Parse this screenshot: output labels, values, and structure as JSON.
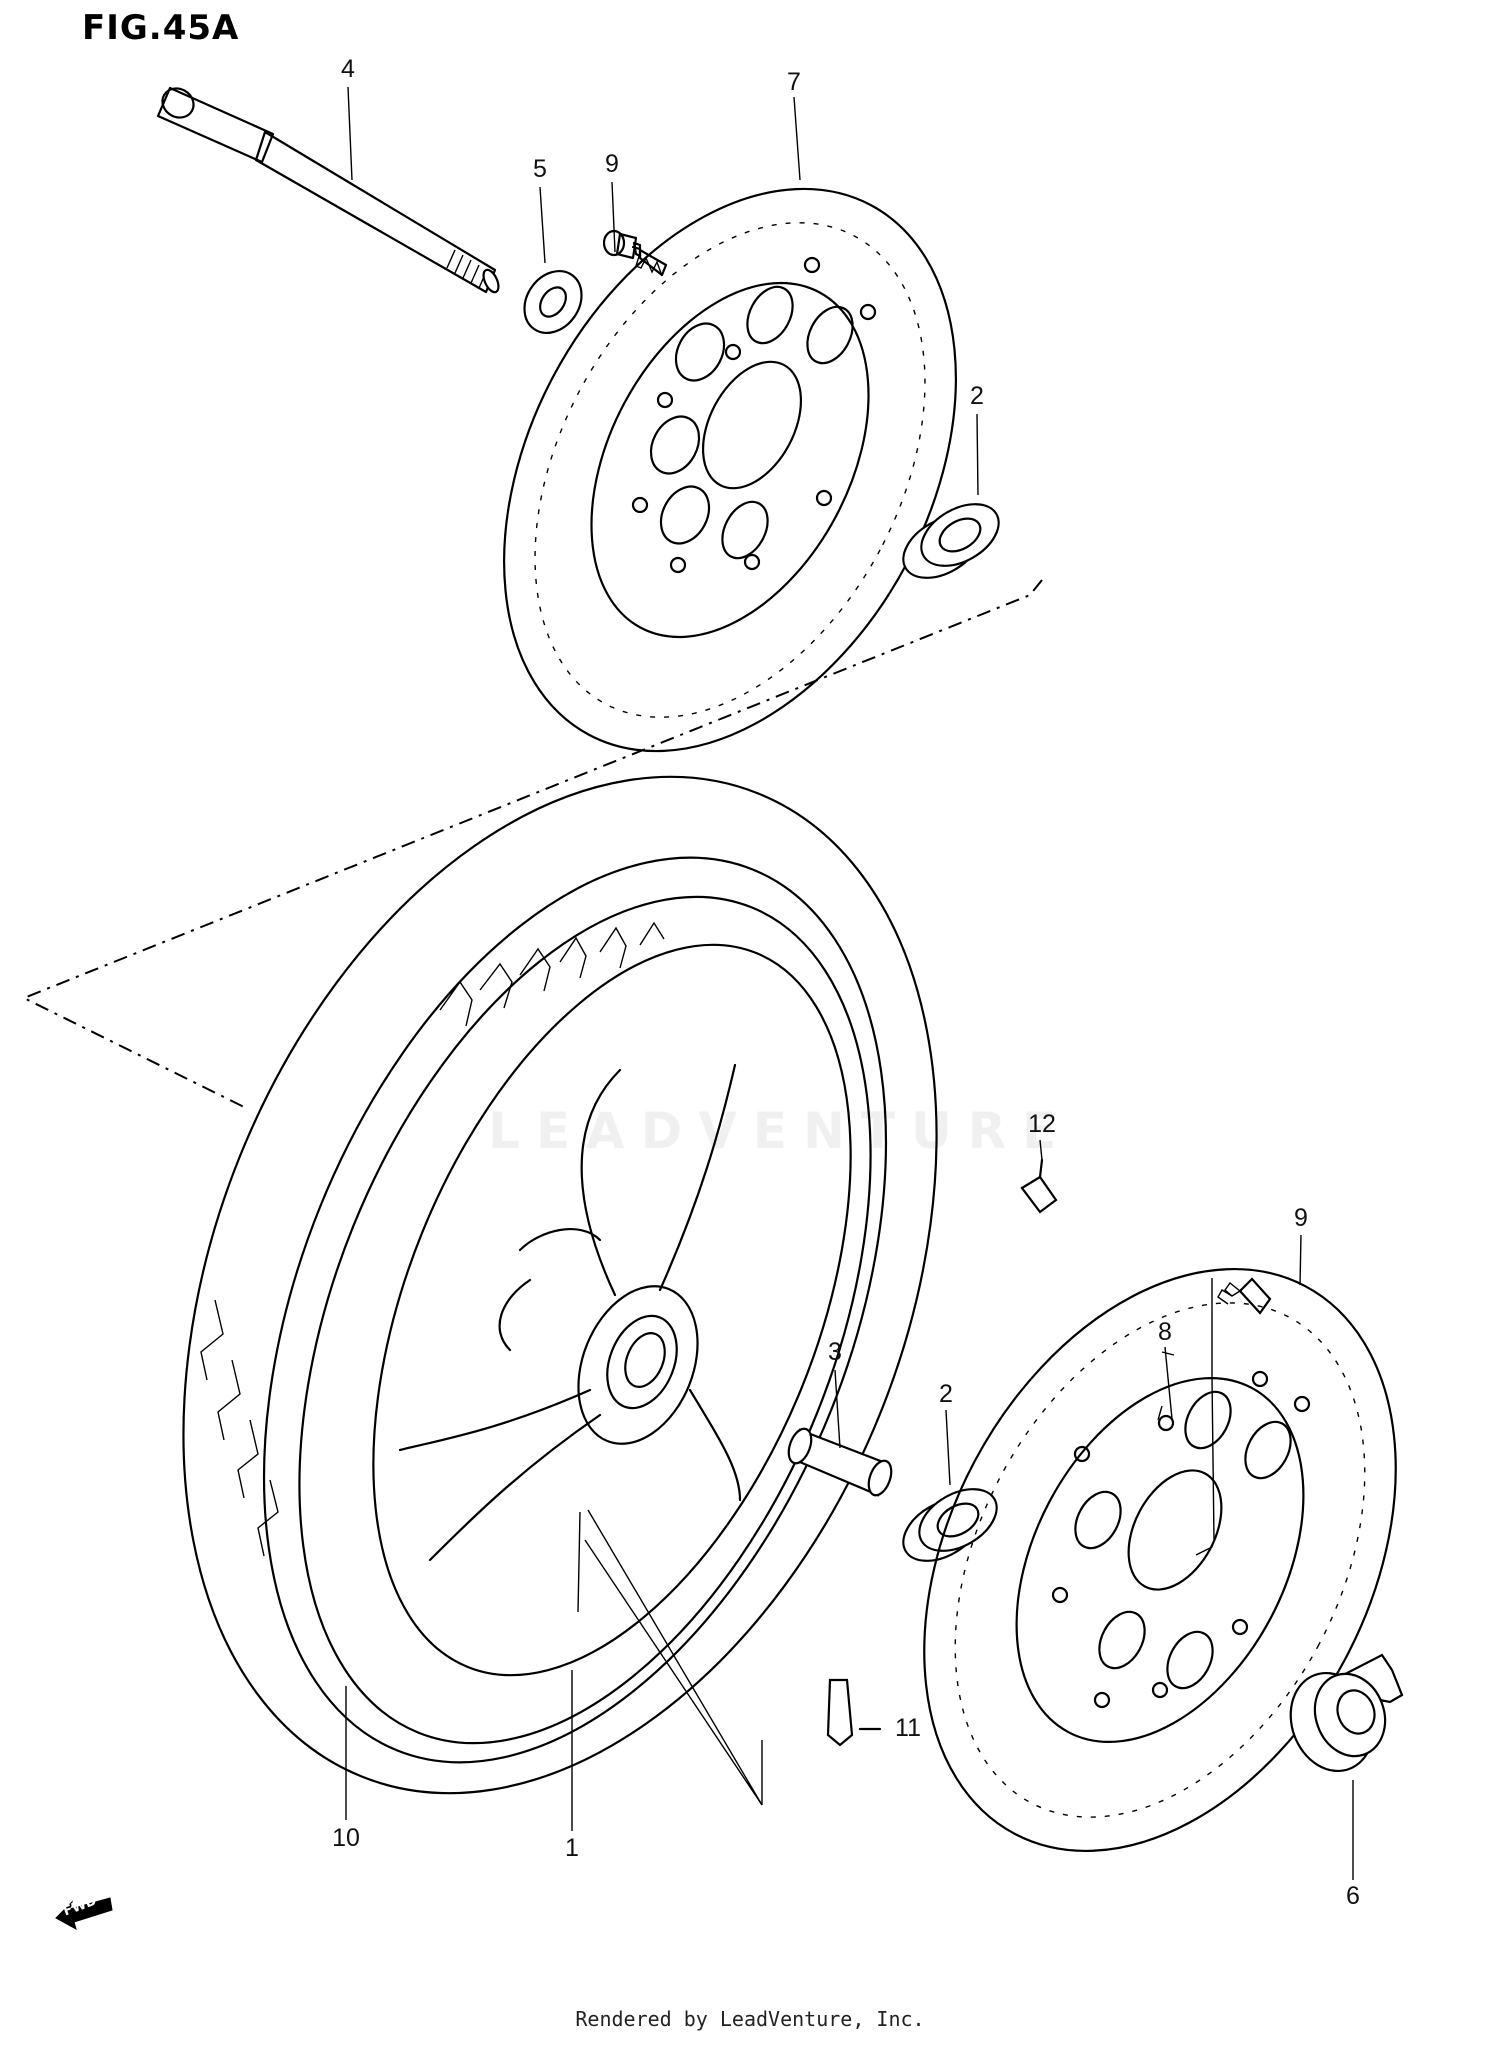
{
  "title": "FIG.45A",
  "callouts": {
    "c1": "1",
    "c2a": "2",
    "c2b": "2",
    "c3": "3",
    "c4": "4",
    "c5": "5",
    "c6": "6",
    "c7": "7",
    "c8": "8",
    "c9a": "9",
    "c9b": "9",
    "c10": "10",
    "c11": "11",
    "c12": "12"
  },
  "watermark": "LEADVENTURE",
  "fwd_label": "FWD",
  "footer": "Rendered by LeadVenture, Inc."
}
